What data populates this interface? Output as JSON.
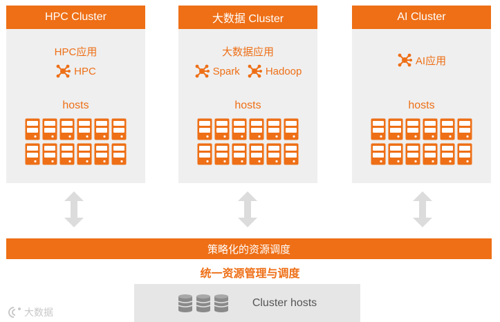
{
  "clusters": [
    {
      "title": "HPC Cluster",
      "app_title": "HPC应用",
      "apps": [
        "HPC"
      ],
      "hosts_label": "hosts"
    },
    {
      "title": "大数据 Cluster",
      "app_title": "大数据应用",
      "apps": [
        "Spark",
        "Hadoop"
      ],
      "hosts_label": "hosts"
    },
    {
      "title": "AI Cluster",
      "apps": [
        "AI应用"
      ],
      "hosts_label": "hosts"
    }
  ],
  "strategy_bar": "策略化的资源调度",
  "unified_label": "统一资源管理与调度",
  "bottom": {
    "label": "Cluster hosts"
  },
  "watermark": "大数据",
  "icons": {
    "app": "hub-network-icon",
    "host": "server-icon",
    "db": "database-icon",
    "arrow": "double-arrow-icon"
  },
  "colors": {
    "accent": "#ee6f16",
    "panel": "#efefef",
    "arrow": "#dcdcdc",
    "bottom_box": "#e6e6e6"
  }
}
